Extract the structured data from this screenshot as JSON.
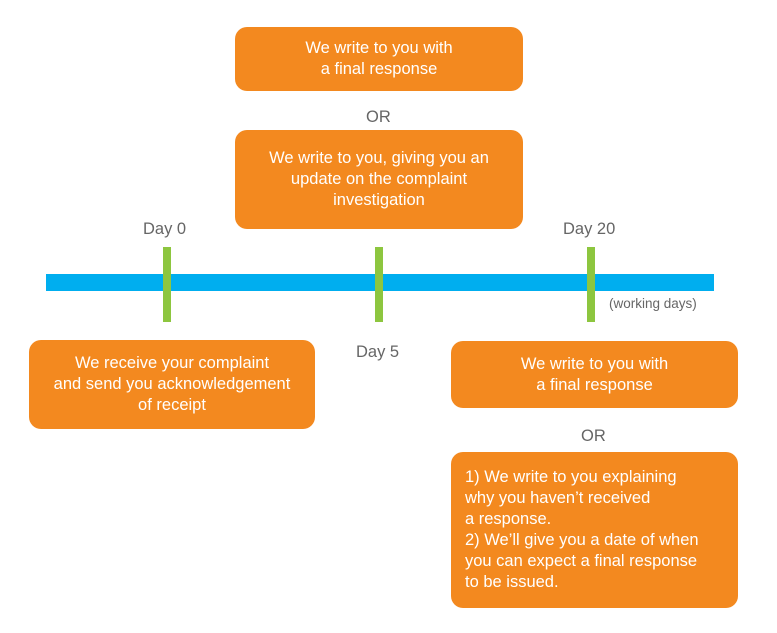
{
  "boxes": {
    "top_final": "We write to you with\na final response",
    "top_update": "We write to you, giving you an\nupdate on the complaint\ninvestigation",
    "receive": "We receive your complaint\nand send you acknowledgement\nof receipt",
    "right_final": "We write to you with\na final response",
    "explain": "1) We write to you explaining\nwhy you haven’t received\na response.\n2) We’ll give you a date of when\nyou can expect a final response\nto be issued."
  },
  "labels": {
    "or_top": "OR",
    "or_bottom": "OR",
    "day0": "Day 0",
    "day5": "Day 5",
    "day20": "Day 20",
    "working_days": "(working days)"
  },
  "colors": {
    "box": "#f3891f",
    "timeline": "#00aeef",
    "tick": "#8dc63f",
    "label_text": "#666666"
  }
}
